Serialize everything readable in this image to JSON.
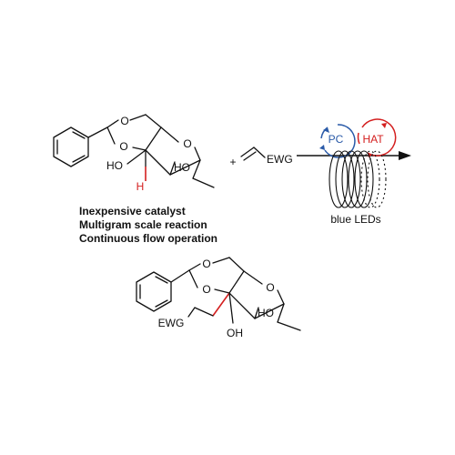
{
  "reactant1": {
    "hydroxyl_c3": "HO",
    "hydroxyl_c2": "HO",
    "hydrogen": "H",
    "ring_oxygen_top": "O",
    "ring_oxygen_left": "O",
    "ring_oxygen_right": "O"
  },
  "plus": "+",
  "alkene": {
    "group": "EWG"
  },
  "conditions": {
    "photocatalyst": "PC",
    "hat_catalyst": "HAT",
    "light": "blue LEDs"
  },
  "features": [
    "Inexpensive catalyst",
    "Multigram scale reaction",
    "Continuous flow operation"
  ],
  "product": {
    "group": "EWG",
    "hydroxyl_c3": "OH",
    "hydroxyl_c2": "HO",
    "ring_oxygen_top": "O",
    "ring_oxygen_left": "O",
    "ring_oxygen_right": "O"
  },
  "colors": {
    "highlight_red": "#d42020",
    "pc_blue": "#2a5aa8",
    "hat_red": "#d42020",
    "bond": "#111111"
  }
}
